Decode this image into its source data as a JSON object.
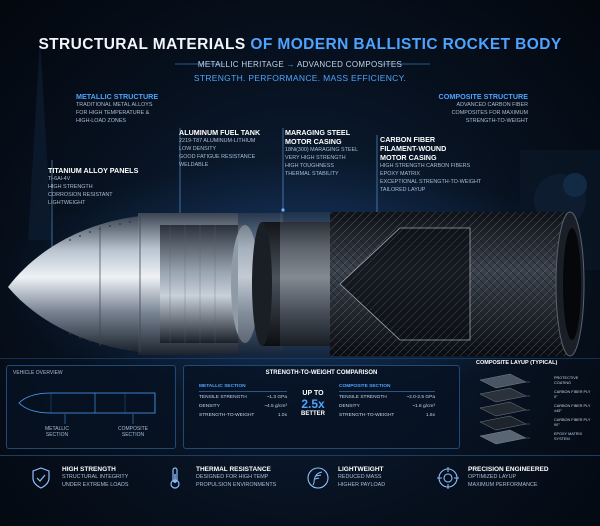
{
  "header": {
    "title_main": "STRUCTURAL MATERIALS",
    "title_accent": "OF MODERN BALLISTIC ROCKET BODY",
    "subtitle_left": "METALLIC HERITAGE",
    "subtitle_right": "ADVANCED COMPOSITES",
    "tagline": "STRENGTH. PERFORMANCE. MASS EFFICIENCY."
  },
  "metallic_structure": {
    "title": "METALLIC STRUCTURE",
    "lines": [
      "TRADITIONAL METAL ALLOYS",
      "FOR HIGH TEMPERATURE &",
      "HIGH-LOAD ZONES"
    ]
  },
  "composite_structure": {
    "title": "COMPOSITE STRUCTURE",
    "lines": [
      "ADVANCED CARBON FIBER",
      "COMPOSITES FOR MAXIMUM",
      "STRENGTH-TO-WEIGHT"
    ]
  },
  "titanium": {
    "title": "TITANIUM ALLOY PANELS",
    "lines": [
      "Ti-6Al-4V",
      "HIGH STRENGTH",
      "CORROSION RESISTANT",
      "LIGHTWEIGHT"
    ]
  },
  "aluminum": {
    "title": "ALUMINUM FUEL TANK",
    "lines": [
      "2219-T87 ALUMINUM-LITHIUM",
      "LOW DENSITY",
      "GOOD FATIGUE RESISTANCE",
      "WELDABLE"
    ]
  },
  "maraging": {
    "title_lines": [
      "MARAGING STEEL",
      "MOTOR CASING"
    ],
    "lines": [
      "18Ni(300) MARAGING STEEL",
      "VERY HIGH STRENGTH",
      "HIGH TOUGHNESS",
      "THERMAL STABILITY"
    ]
  },
  "carbon": {
    "title_lines": [
      "CARBON FIBER",
      "FILAMENT-WOUND",
      "MOTOR CASING"
    ],
    "lines": [
      "HIGH STRENGTH CARBON FIBERS",
      "EPOXY MATRIX",
      "EXCEPTIONAL STRENGTH-TO-WEIGHT",
      "TAILORED LAYUP"
    ]
  },
  "vehicle_overview": {
    "title": "VEHICLE OVERVIEW",
    "metallic_label": [
      "METALLIC",
      "SECTION"
    ],
    "composite_label": [
      "COMPOSITE",
      "SECTION"
    ]
  },
  "comparison": {
    "title": "STRENGTH-TO-WEIGHT COMPARISON",
    "metallic": {
      "header": "METALLIC SECTION",
      "rows": [
        [
          "TENSILE STRENGTH",
          "~1.3 GPa"
        ],
        [
          "DENSITY",
          "~4.5 g/cm³"
        ],
        [
          "STRENGTH-TO-WEIGHT",
          "1.0x"
        ]
      ]
    },
    "composite": {
      "header": "COMPOSITE SECTION",
      "rows": [
        [
          "TENSILE STRENGTH",
          "~2.0-2.5 GPa"
        ],
        [
          "DENSITY",
          "~1.6 g/cm³"
        ],
        [
          "STRENGTH-TO-WEIGHT",
          "1.5x"
        ]
      ]
    },
    "center": [
      "UP TO",
      "2.5x",
      "BETTER"
    ]
  },
  "layup": {
    "title": "COMPOSITE LAYUP (TYPICAL)",
    "layers": [
      "PROTECTIVE COATING",
      "CARBON FIBER PLY 0°",
      "CARBON FIBER PLY ±45°",
      "CARBON FIBER PLY 90°",
      "EPOXY MATRIX SYSTEM"
    ]
  },
  "features": [
    {
      "icon": "shield-icon",
      "title": "HIGH STRENGTH",
      "lines": [
        "STRUCTURAL INTEGRITY",
        "UNDER EXTREME LOADS"
      ]
    },
    {
      "icon": "thermometer-icon",
      "title": "THERMAL RESISTANCE",
      "lines": [
        "DESIGNED FOR HIGH TEMP",
        "PROPULSION ENVIRONMENTS"
      ]
    },
    {
      "icon": "feather-icon",
      "title": "LIGHTWEIGHT",
      "lines": [
        "REDUCED MASS",
        "HIGHER PAYLOAD"
      ]
    },
    {
      "icon": "crosshair-icon",
      "title": "PRECISION ENGINEERED",
      "lines": [
        "OPTIMIZED LAYUP",
        "MAXIMUM PERFORMANCE"
      ]
    }
  ],
  "colors": {
    "accent": "#4fa3ff",
    "background": "#07111f",
    "panel_border": "#1f4a78"
  }
}
